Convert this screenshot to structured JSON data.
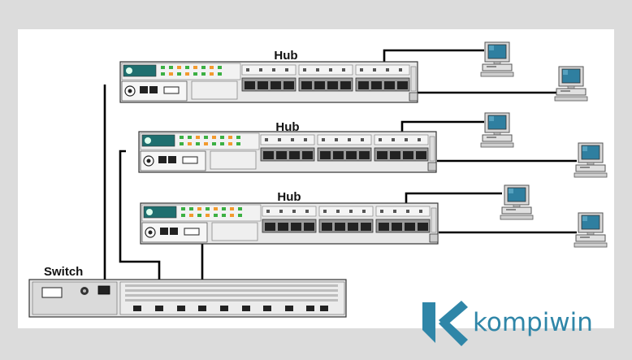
{
  "labels": {
    "hub_1": "Hub",
    "hub_2": "Hub",
    "hub_3": "Hub",
    "switch": "Switch"
  },
  "watermark": {
    "text": "kompiwin",
    "color": "#2f86a8"
  },
  "colors": {
    "frame": "#dcdcdc",
    "canvas": "#ffffff",
    "cable": "#000000",
    "device_body": "#e8e8e8",
    "device_panel": "#f0f0f0",
    "status_led": "#3cb043",
    "activity_led": "#f29a2e"
  },
  "icons": [
    "hub-device",
    "switch-device",
    "desktop-computer-icon",
    "kompiwin-logo-icon"
  ]
}
